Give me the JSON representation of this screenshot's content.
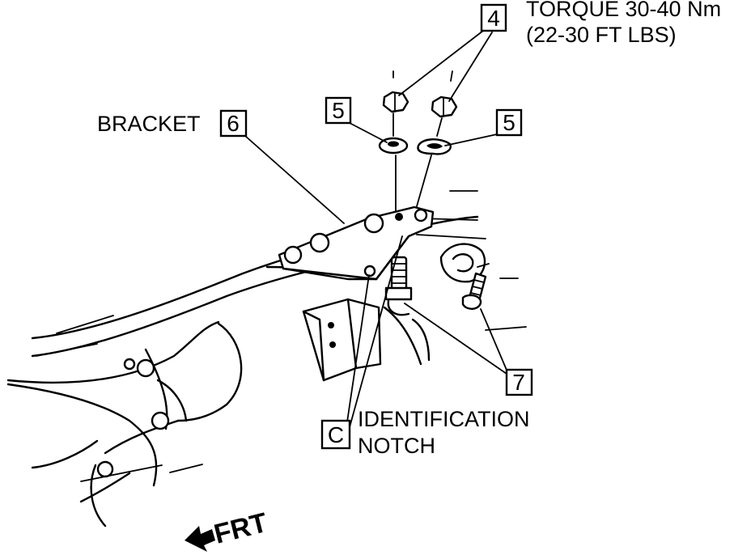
{
  "callouts": {
    "c4": "4",
    "c5_left": "5",
    "c5_right": "5",
    "c6": "6",
    "c7": "7",
    "cC": "C"
  },
  "labels": {
    "torque_line1": "TORQUE 30-40 Nm",
    "torque_line2": "(22-30 FT LBS)",
    "bracket": "BRACKET",
    "identification_line1": "IDENTIFICATION",
    "identification_line2": "NOTCH",
    "front": "FRT"
  },
  "icons": {
    "front_arrow": "arrow-left-down-icon"
  }
}
